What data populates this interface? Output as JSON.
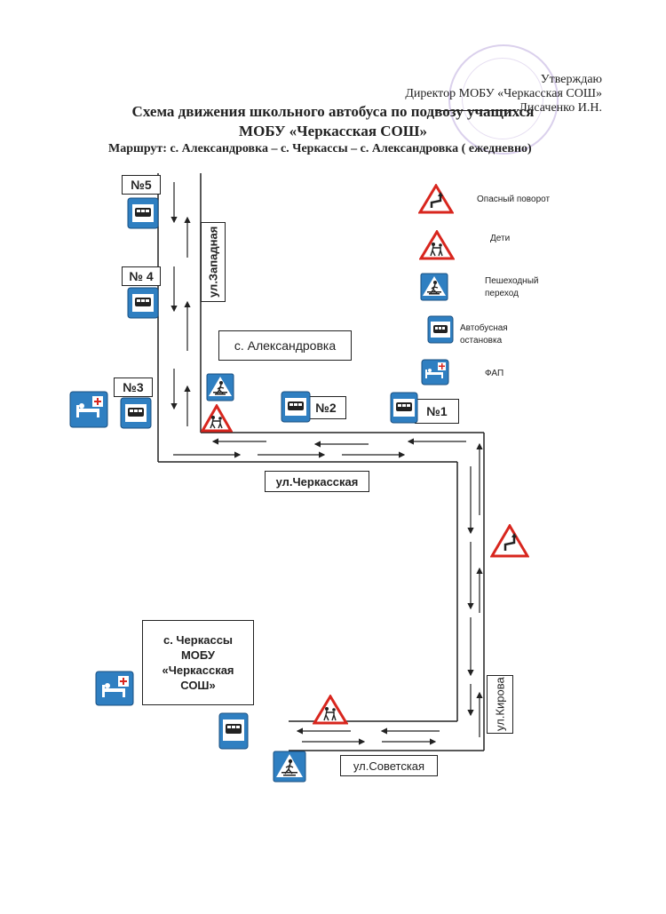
{
  "approval": {
    "line1": "Утверждаю",
    "line2": "Директор МОБУ «Черкасская СОШ»",
    "line3": "Лисаченко И.Н."
  },
  "title": {
    "line1": "Схема  движения школьного автобуса по подвозу учащихся",
    "line2": "МОБУ «Черкасская СОШ»"
  },
  "route": "Маршрут: с. Александровка – с. Черкассы – с. Александровка  ( ежедневно)",
  "stops": {
    "s5": "№5",
    "s4": "№ 4",
    "s3": "№3",
    "s2": "№2",
    "s1": "№1"
  },
  "streets": {
    "zapadnaya": "ул.Западная",
    "cherkasskaya": "ул.Черкасская",
    "kirova": "ул.Кирова",
    "sovetskaya": "ул.Советская"
  },
  "villages": {
    "aleksandrovka": "с. Александровка",
    "cherkassy_line1": "с. Черкассы",
    "cherkassy_line2": "МОБУ",
    "cherkassy_line3": "«Черкасская",
    "cherkassy_line4": "СОШ»"
  },
  "legend": {
    "dangerous_turn": "Опасный  поворот",
    "children": "Дети",
    "crossing_line1": "Пешеходный",
    "crossing_line2": "переход",
    "bus_stop_line1": "Автобусная",
    "bus_stop_line2": "остановка",
    "fap": "ФАП"
  },
  "colors": {
    "sign_blue": "#2f7fc1",
    "sign_red": "#d8261e",
    "road": "#222222"
  }
}
